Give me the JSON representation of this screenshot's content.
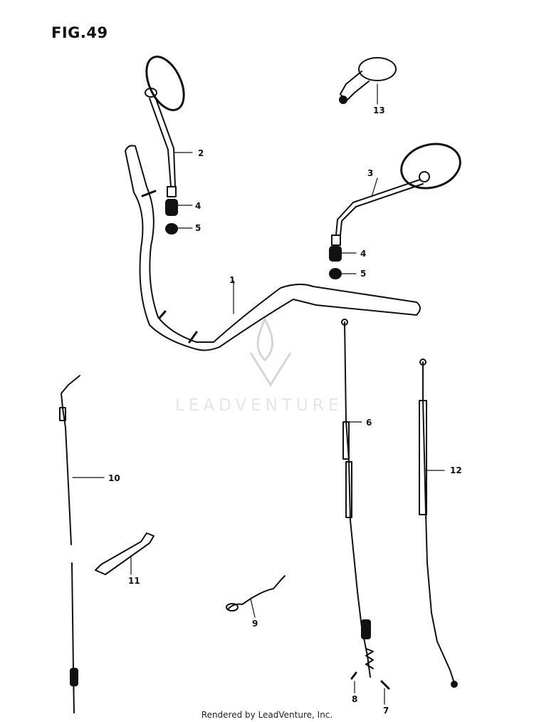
{
  "figure": {
    "title": "FIG.49"
  },
  "callouts": [
    {
      "id": "1",
      "label": "1"
    },
    {
      "id": "2",
      "label": "2"
    },
    {
      "id": "3",
      "label": "3"
    },
    {
      "id": "4a",
      "label": "4"
    },
    {
      "id": "4b",
      "label": "4"
    },
    {
      "id": "5a",
      "label": "5"
    },
    {
      "id": "5b",
      "label": "5"
    },
    {
      "id": "6",
      "label": "6"
    },
    {
      "id": "7",
      "label": "7"
    },
    {
      "id": "8",
      "label": "8"
    },
    {
      "id": "9",
      "label": "9"
    },
    {
      "id": "10",
      "label": "10"
    },
    {
      "id": "11",
      "label": "11"
    },
    {
      "id": "12",
      "label": "12"
    },
    {
      "id": "13",
      "label": "13"
    }
  ],
  "watermark": {
    "text": "LEADVENTURE"
  },
  "footer": {
    "text": "Rendered by LeadVenture, Inc."
  },
  "colors": {
    "ink": "#111111",
    "paper": "#ffffff",
    "watermark": "#d9d9d9"
  }
}
